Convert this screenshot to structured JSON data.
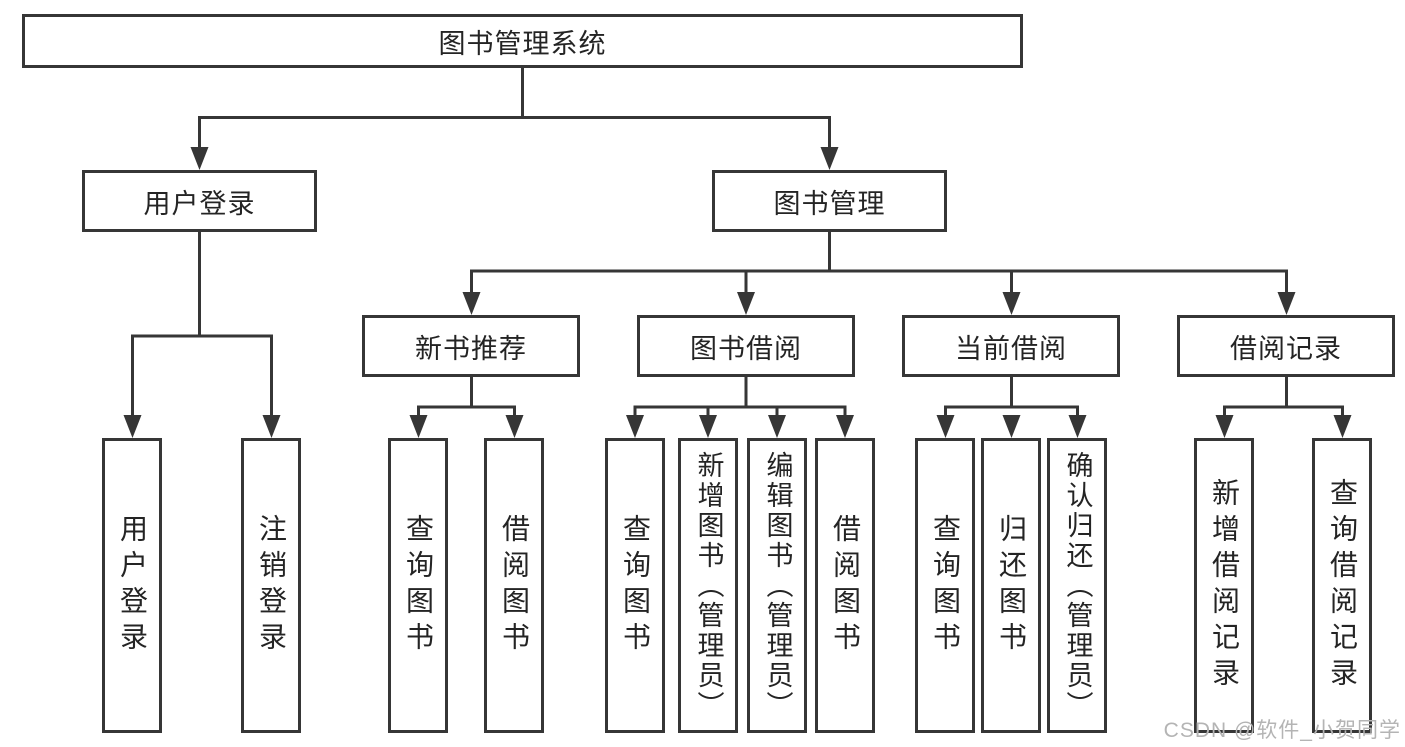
{
  "tree": {
    "root": "图书管理系统",
    "children": [
      {
        "label": "用户登录",
        "children": [
          "用户登录",
          "注销登录"
        ]
      },
      {
        "label": "图书管理",
        "children": [
          {
            "label": "新书推荐",
            "children": [
              "查询图书",
              "借阅图书"
            ]
          },
          {
            "label": "图书借阅",
            "children": [
              "查询图书",
              "新增图书（管理员）",
              "编辑图书（管理员）",
              "借阅图书"
            ]
          },
          {
            "label": "当前借阅",
            "children": [
              "查询图书",
              "归还图书",
              "确认归还（管理员）"
            ]
          },
          {
            "label": "借阅记录",
            "children": [
              "新增借阅记录",
              "查询借阅记录"
            ]
          }
        ]
      }
    ]
  },
  "watermark": "CSDN @软件_小贺同学",
  "colors": {
    "line": "#363636",
    "text": "#242424",
    "watermark": "#b4b4b4",
    "background": "#ffffff"
  }
}
